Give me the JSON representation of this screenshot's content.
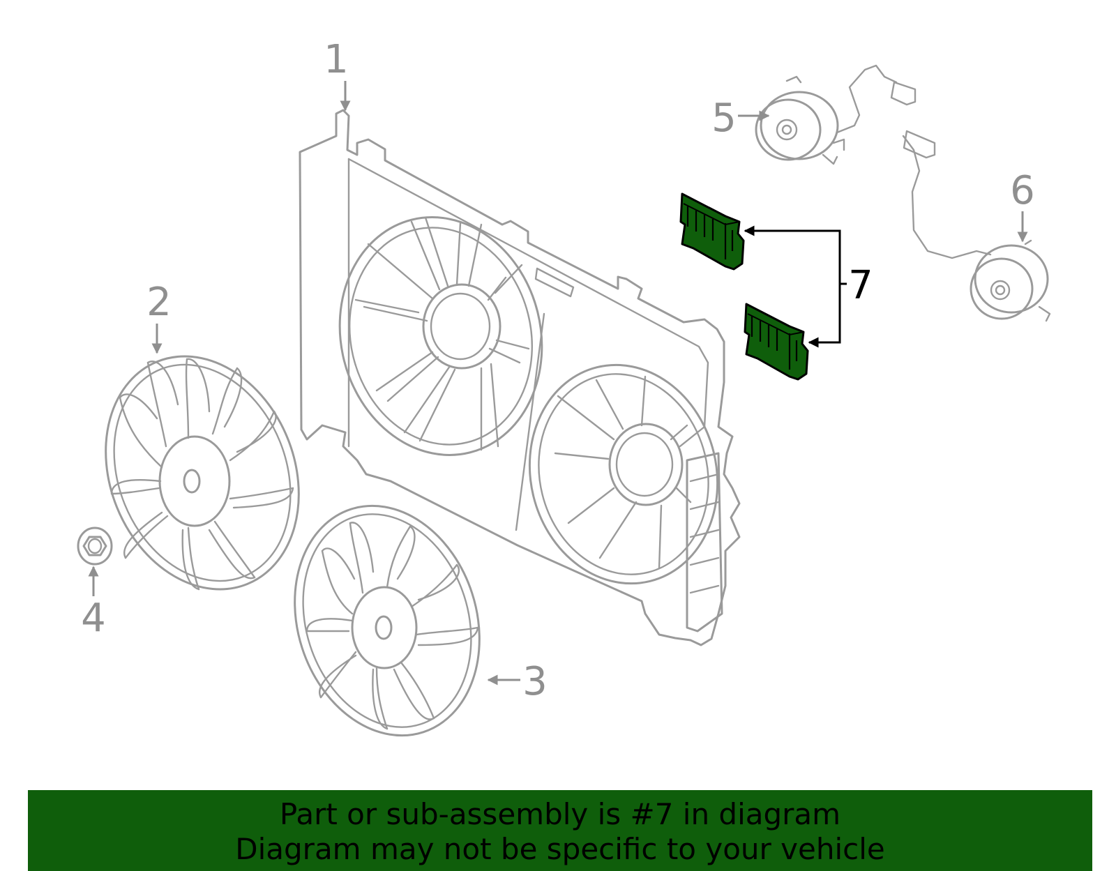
{
  "callouts": {
    "c1": "1",
    "c2": "2",
    "c3": "3",
    "c4": "4",
    "c5": "5",
    "c6": "6",
    "c7": "7"
  },
  "highlight_color": "#0f5e0b",
  "highlighted_part": "7",
  "banner": {
    "line1": "Part or sub-assembly is #7 in diagram",
    "line2": "Diagram may not be specific to your vehicle"
  }
}
